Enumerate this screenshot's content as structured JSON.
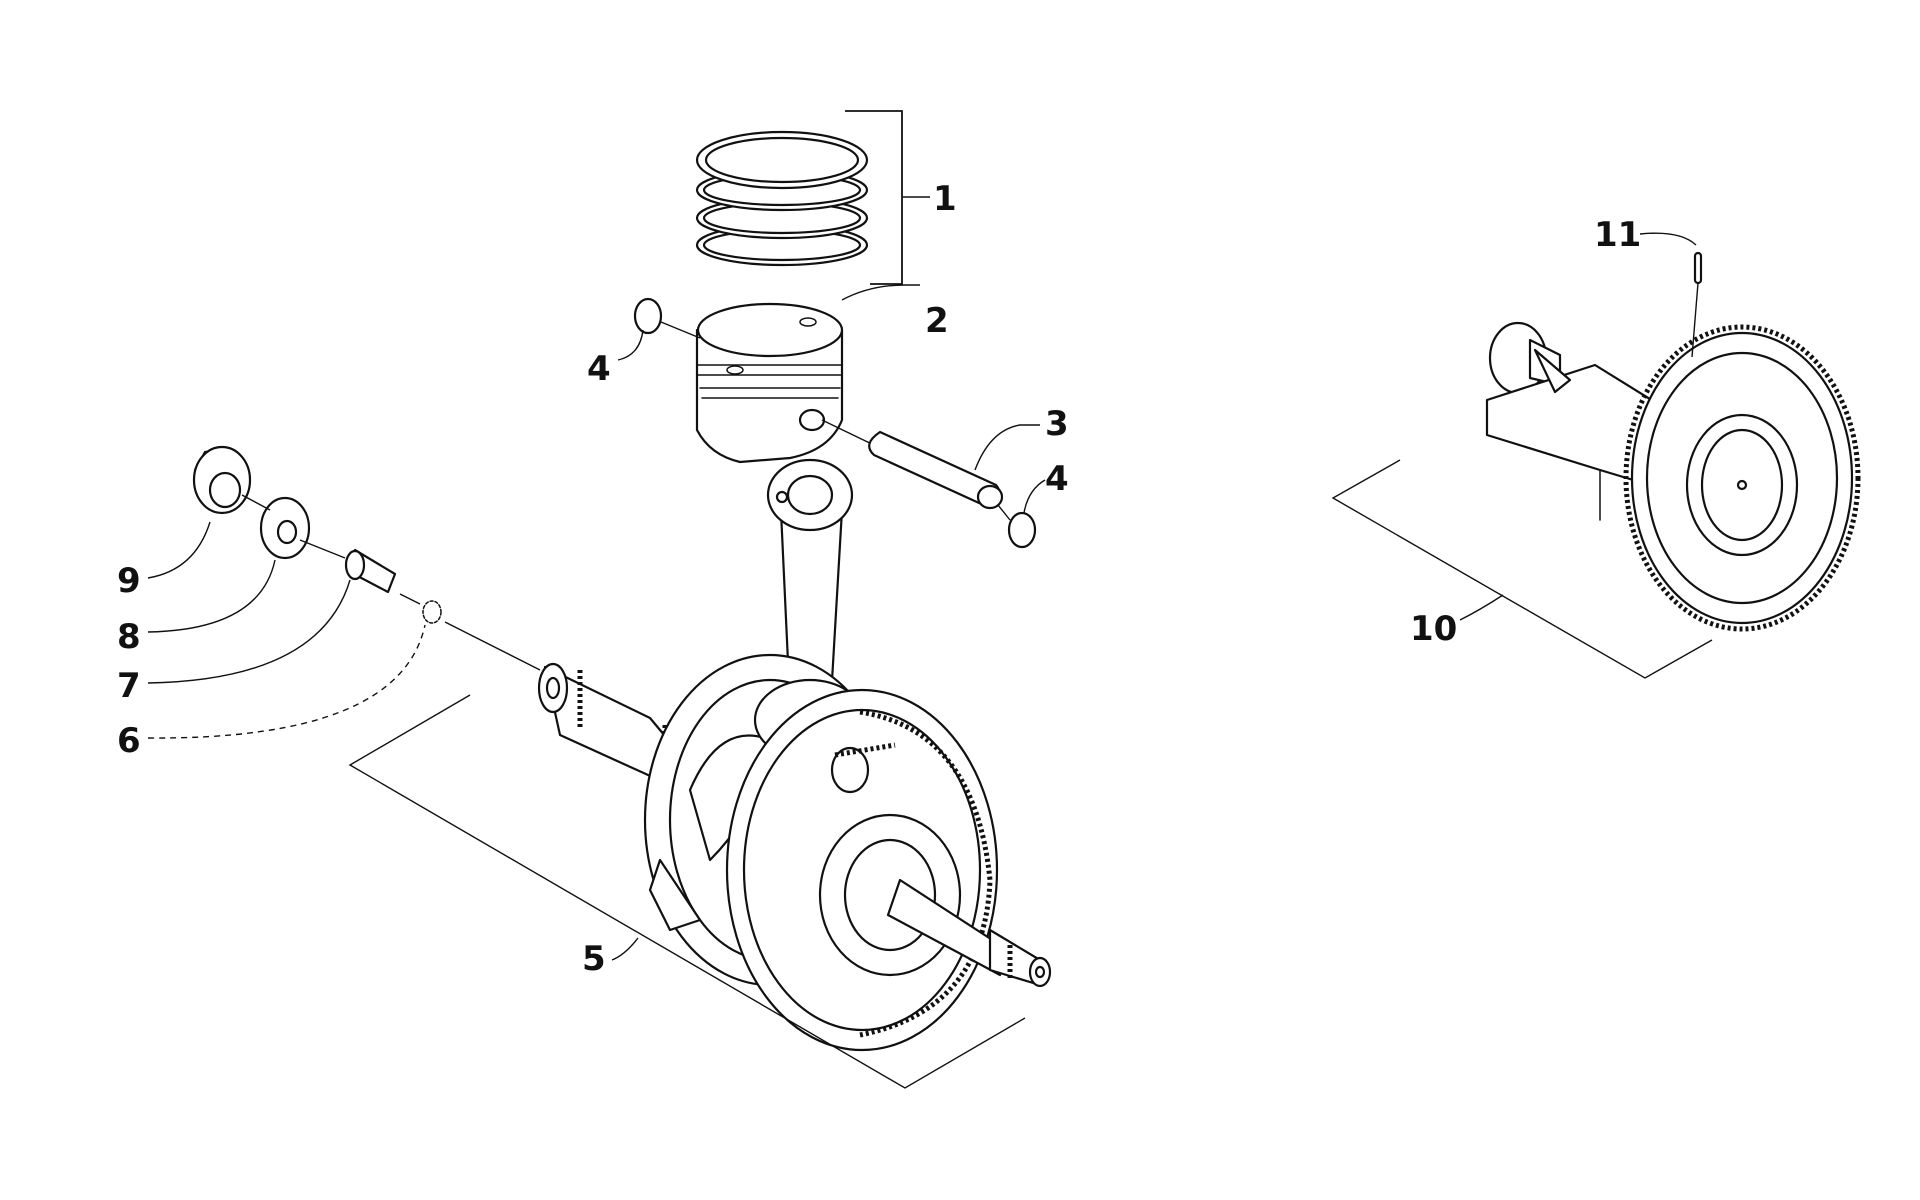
{
  "callouts": {
    "c1": "1",
    "c2": "2",
    "c3": "3",
    "c4a": "4",
    "c4b": "4",
    "c5": "5",
    "c6": "6",
    "c7": "7",
    "c8": "8",
    "c9": "9",
    "c10": "10",
    "c11": "11"
  },
  "colors": {
    "ink": "#111111",
    "paper": "#ffffff"
  }
}
